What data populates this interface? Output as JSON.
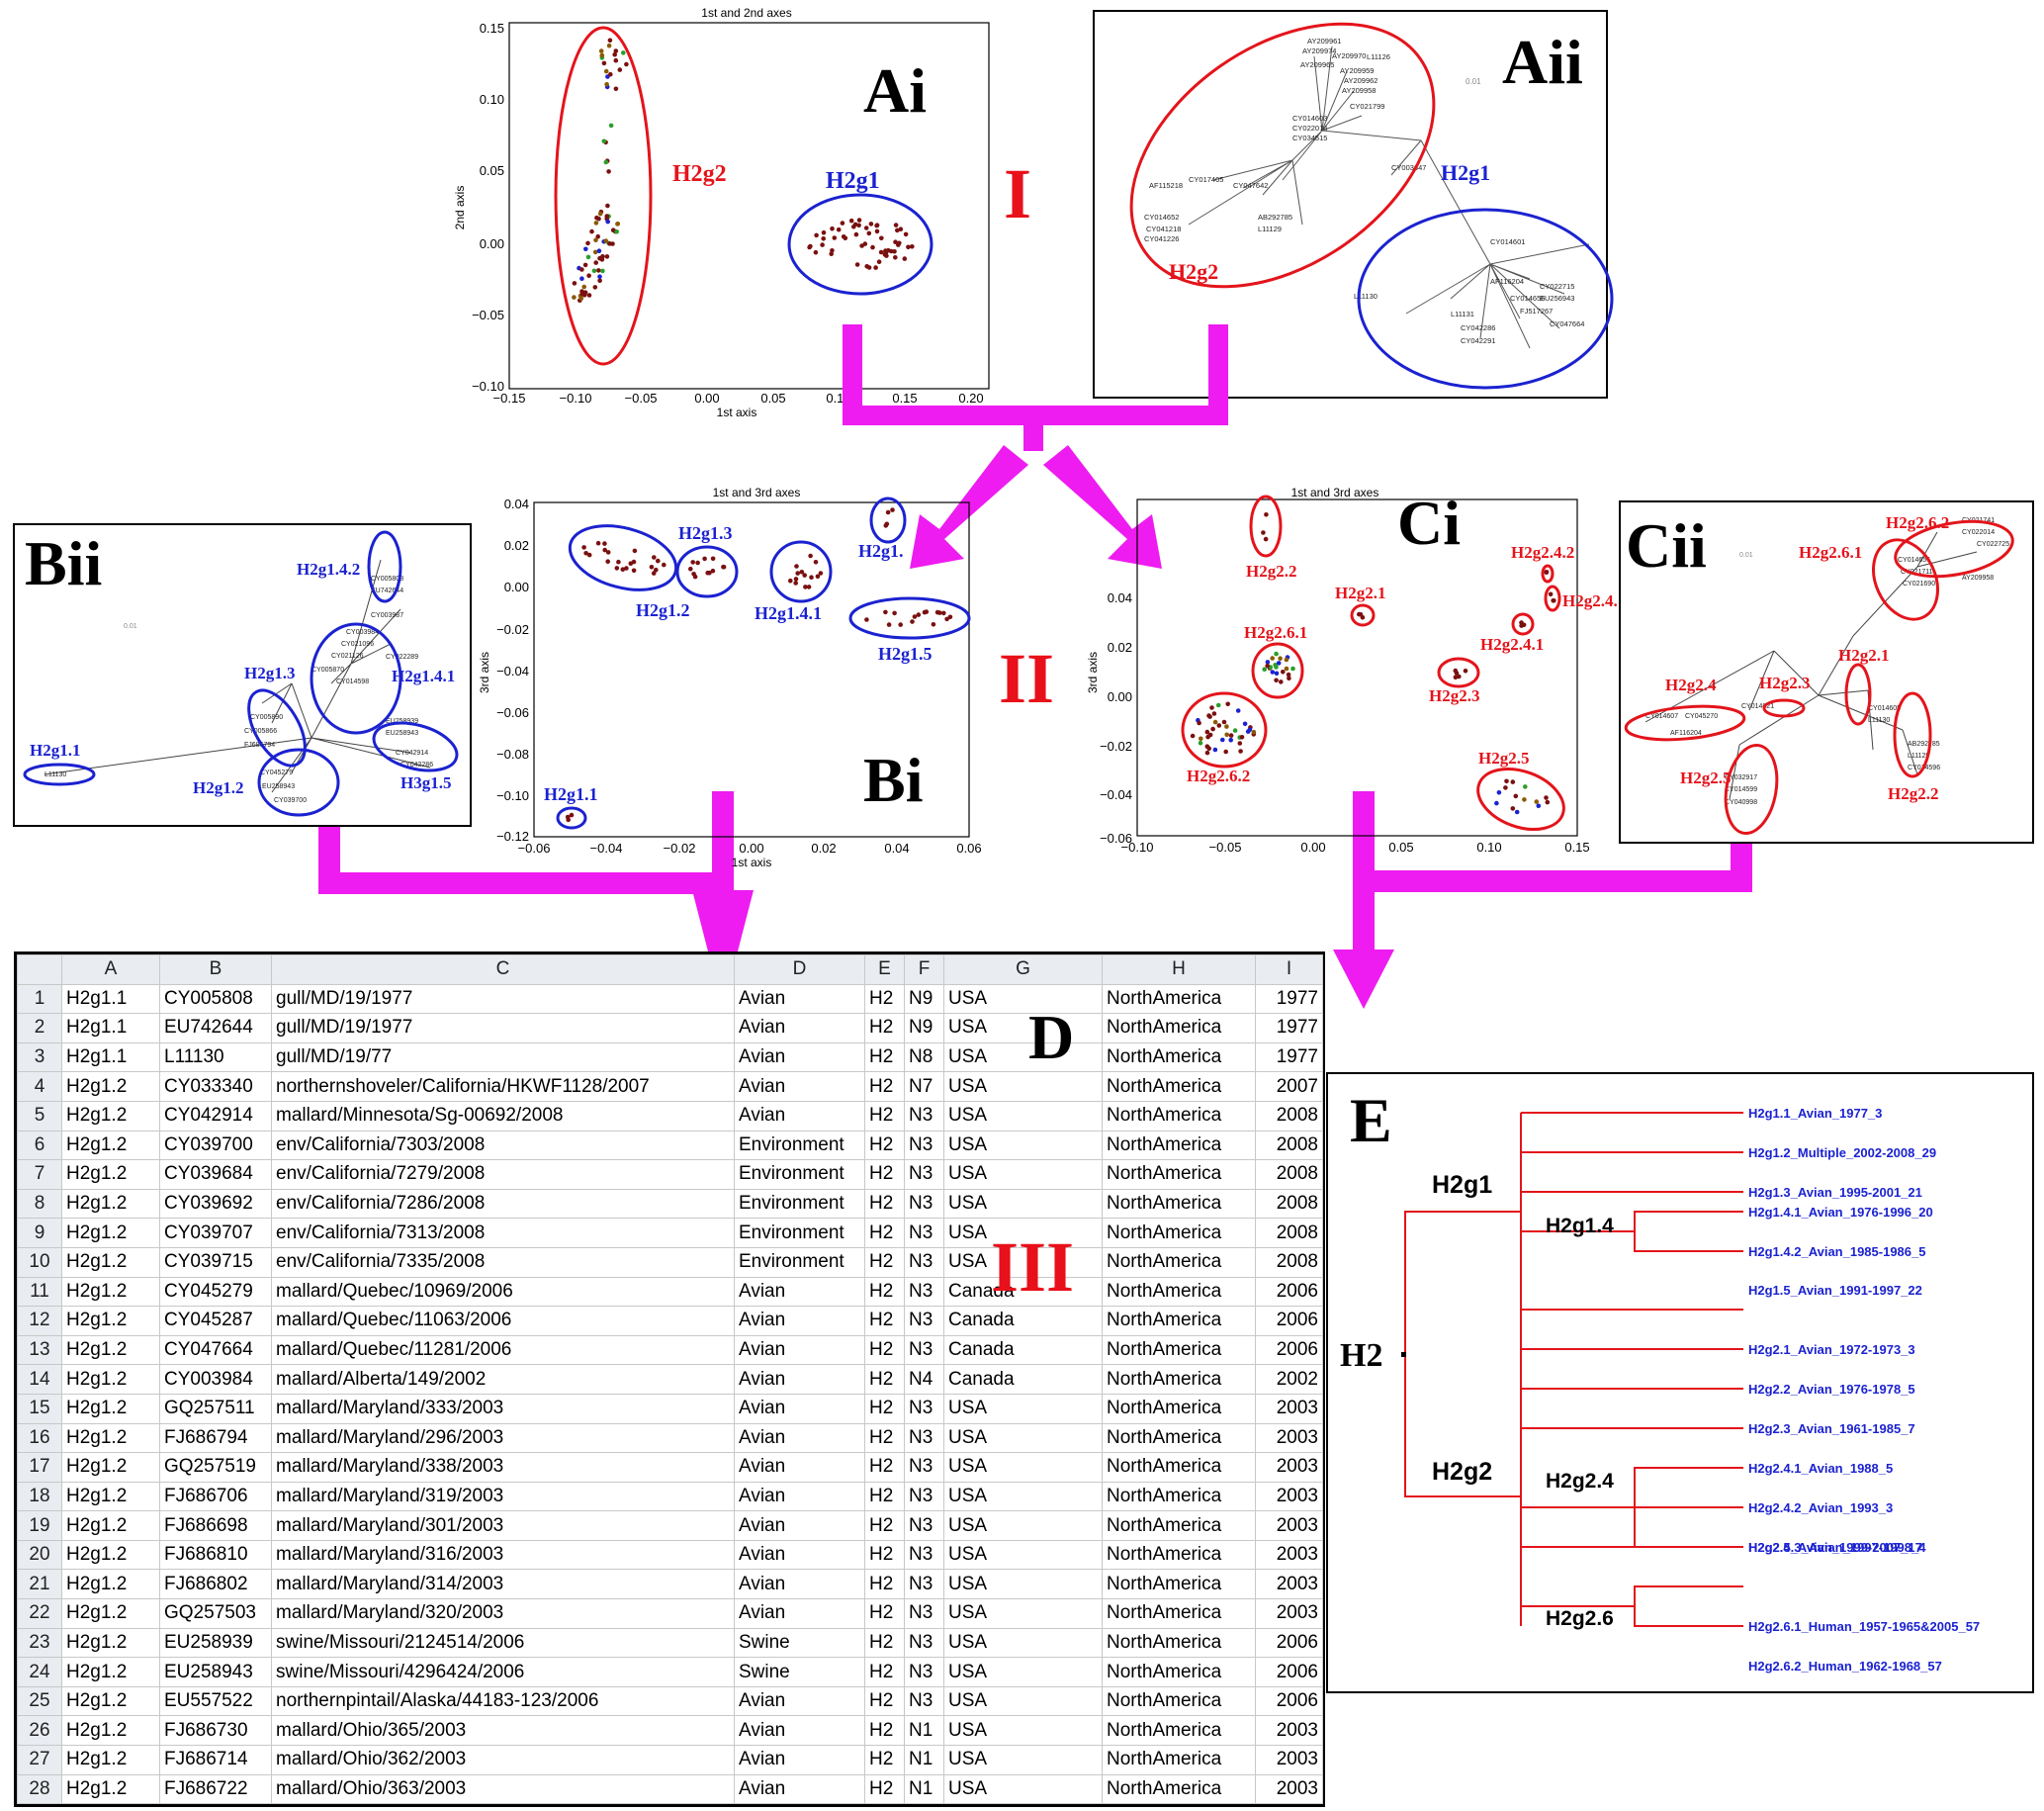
{
  "panels": {
    "ai": {
      "label": "Ai",
      "title": "1st and 2nd axes",
      "xlabel": "1st axis",
      "ylabel": "2nd axis",
      "xticks": [
        "−0.15",
        "−0.10",
        "−0.05",
        "0.00",
        "0.05",
        "0.10",
        "0.15",
        "0.20"
      ],
      "yticks": [
        "0.15",
        "0.10",
        "0.05",
        "0.00",
        "−0.05",
        "−0.10"
      ],
      "groups": [
        "H2g2",
        "H2g1"
      ]
    },
    "aii": {
      "label": "Aii",
      "groups": [
        "H2g1",
        "H2g2"
      ],
      "scale": "0.01",
      "leaves": [
        "AY209961",
        "AY209974",
        "AY209970",
        "AY209965",
        "AY209959",
        "AY209962",
        "AY209958",
        "L11126",
        "CY021799",
        "CY014603",
        "CY022014",
        "CY034515",
        "AF115218",
        "CY017405",
        "CY047642",
        "CY014652",
        "CY041218",
        "CY041226",
        "AB292785",
        "L11129",
        "CY014601",
        "CY003647",
        "L11130",
        "AF116204",
        "CY014656",
        "FJ517267",
        "CY022715",
        "EU256943",
        "CY047664",
        "CY042286",
        "CY042291",
        "L11131"
      ]
    },
    "bi": {
      "label": "Bi",
      "title": "1st and 3rd axes",
      "xlabel": "1st axis",
      "ylabel": "3rd axis",
      "xticks": [
        "−0.06",
        "−0.04",
        "−0.02",
        "0.00",
        "0.02",
        "0.04",
        "0.06"
      ],
      "yticks": [
        "0.04",
        "0.02",
        "0.00",
        "−0.02",
        "−0.04",
        "−0.06",
        "−0.08",
        "−0.10",
        "−0.12"
      ],
      "groups": [
        "H2g1.3",
        "H2g1.",
        "H2g1.2",
        "H2g1.4.1",
        "H2g1.5",
        "H2g1.1"
      ]
    },
    "bii": {
      "label": "Bii",
      "groups": [
        "H2g1.4.2",
        "H2g1.4.1",
        "H2g1.3",
        "H2g1.1",
        "H2g1.2",
        "H3g1.5"
      ],
      "scale": "0.01"
    },
    "ci": {
      "label": "Ci",
      "title": "1st and 3rd axes",
      "xlabel": "1st axis",
      "ylabel": "3rd axis",
      "xticks": [
        "−0.10",
        "−0.05",
        "0.00",
        "0.05",
        "0.10",
        "0.15"
      ],
      "yticks": [
        "0.04",
        "0.02",
        "0.00",
        "−0.02",
        "−0.04",
        "−0.06"
      ],
      "groups": [
        "H2g2.2",
        "H2g2.4.2",
        "H2g2.1",
        "H2g2.4.",
        "H2g2.4.1",
        "H2g2.6.1",
        "H2g2.3",
        "H2g2.6.2",
        "H2g2.5"
      ]
    },
    "cii": {
      "label": "Cii",
      "groups": [
        "H2g2.6.2",
        "H2g2.6.1",
        "H2g2.1",
        "H2g2.4",
        "H2g2.3",
        "H2g2.5",
        "H2g2.2"
      ],
      "scale": "0.01"
    },
    "d": {
      "label": "D"
    },
    "e": {
      "label": "E",
      "root": "H2"
    }
  },
  "stages": [
    "I",
    "II",
    "III"
  ],
  "spreadsheet": {
    "columns": [
      "A",
      "B",
      "C",
      "D",
      "E",
      "F",
      "G",
      "H",
      "I"
    ],
    "rows": [
      [
        "1",
        "H2g1.1",
        "CY005808",
        "gull/MD/19/1977",
        "Avian",
        "H2",
        "N9",
        "USA",
        "NorthAmerica",
        "1977"
      ],
      [
        "2",
        "H2g1.1",
        "EU742644",
        "gull/MD/19/1977",
        "Avian",
        "H2",
        "N9",
        "USA",
        "NorthAmerica",
        "1977"
      ],
      [
        "3",
        "H2g1.1",
        "L11130",
        "gull/MD/19/77",
        "Avian",
        "H2",
        "N8",
        "USA",
        "NorthAmerica",
        "1977"
      ],
      [
        "4",
        "H2g1.2",
        "CY033340",
        "northernshoveler/California/HKWF1128/2007",
        "Avian",
        "H2",
        "N7",
        "USA",
        "NorthAmerica",
        "2007"
      ],
      [
        "5",
        "H2g1.2",
        "CY042914",
        "mallard/Minnesota/Sg-00692/2008",
        "Avian",
        "H2",
        "N3",
        "USA",
        "NorthAmerica",
        "2008"
      ],
      [
        "6",
        "H2g1.2",
        "CY039700",
        "env/California/7303/2008",
        "Environment",
        "H2",
        "N3",
        "USA",
        "NorthAmerica",
        "2008"
      ],
      [
        "7",
        "H2g1.2",
        "CY039684",
        "env/California/7279/2008",
        "Environment",
        "H2",
        "N3",
        "USA",
        "NorthAmerica",
        "2008"
      ],
      [
        "8",
        "H2g1.2",
        "CY039692",
        "env/California/7286/2008",
        "Environment",
        "H2",
        "N3",
        "USA",
        "NorthAmerica",
        "2008"
      ],
      [
        "9",
        "H2g1.2",
        "CY039707",
        "env/California/7313/2008",
        "Environment",
        "H2",
        "N3",
        "USA",
        "NorthAmerica",
        "2008"
      ],
      [
        "10",
        "H2g1.2",
        "CY039715",
        "env/California/7335/2008",
        "Environment",
        "H2",
        "N3",
        "USA",
        "NorthAmerica",
        "2008"
      ],
      [
        "11",
        "H2g1.2",
        "CY045279",
        "mallard/Quebec/10969/2006",
        "Avian",
        "H2",
        "N3",
        "Canada",
        "NorthAmerica",
        "2006"
      ],
      [
        "12",
        "H2g1.2",
        "CY045287",
        "mallard/Quebec/11063/2006",
        "Avian",
        "H2",
        "N3",
        "Canada",
        "NorthAmerica",
        "2006"
      ],
      [
        "13",
        "H2g1.2",
        "CY047664",
        "mallard/Quebec/11281/2006",
        "Avian",
        "H2",
        "N3",
        "Canada",
        "NorthAmerica",
        "2006"
      ],
      [
        "14",
        "H2g1.2",
        "CY003984",
        "mallard/Alberta/149/2002",
        "Avian",
        "H2",
        "N4",
        "Canada",
        "NorthAmerica",
        "2002"
      ],
      [
        "15",
        "H2g1.2",
        "GQ257511",
        "mallard/Maryland/333/2003",
        "Avian",
        "H2",
        "N3",
        "USA",
        "NorthAmerica",
        "2003"
      ],
      [
        "16",
        "H2g1.2",
        "FJ686794",
        "mallard/Maryland/296/2003",
        "Avian",
        "H2",
        "N3",
        "USA",
        "NorthAmerica",
        "2003"
      ],
      [
        "17",
        "H2g1.2",
        "GQ257519",
        "mallard/Maryland/338/2003",
        "Avian",
        "H2",
        "N3",
        "USA",
        "NorthAmerica",
        "2003"
      ],
      [
        "18",
        "H2g1.2",
        "FJ686706",
        "mallard/Maryland/319/2003",
        "Avian",
        "H2",
        "N3",
        "USA",
        "NorthAmerica",
        "2003"
      ],
      [
        "19",
        "H2g1.2",
        "FJ686698",
        "mallard/Maryland/301/2003",
        "Avian",
        "H2",
        "N3",
        "USA",
        "NorthAmerica",
        "2003"
      ],
      [
        "20",
        "H2g1.2",
        "FJ686810",
        "mallard/Maryland/316/2003",
        "Avian",
        "H2",
        "N3",
        "USA",
        "NorthAmerica",
        "2003"
      ],
      [
        "21",
        "H2g1.2",
        "FJ686802",
        "mallard/Maryland/314/2003",
        "Avian",
        "H2",
        "N3",
        "USA",
        "NorthAmerica",
        "2003"
      ],
      [
        "22",
        "H2g1.2",
        "GQ257503",
        "mallard/Maryland/320/2003",
        "Avian",
        "H2",
        "N3",
        "USA",
        "NorthAmerica",
        "2003"
      ],
      [
        "23",
        "H2g1.2",
        "EU258939",
        "swine/Missouri/2124514/2006",
        "Swine",
        "H2",
        "N3",
        "USA",
        "NorthAmerica",
        "2006"
      ],
      [
        "24",
        "H2g1.2",
        "EU258943",
        "swine/Missouri/4296424/2006",
        "Swine",
        "H2",
        "N3",
        "USA",
        "NorthAmerica",
        "2006"
      ],
      [
        "25",
        "H2g1.2",
        "EU557522",
        "northernpintail/Alaska/44183-123/2006",
        "Avian",
        "H2",
        "N3",
        "USA",
        "NorthAmerica",
        "2006"
      ],
      [
        "26",
        "H2g1.2",
        "FJ686730",
        "mallard/Ohio/365/2003",
        "Avian",
        "H2",
        "N1",
        "USA",
        "NorthAmerica",
        "2003"
      ],
      [
        "27",
        "H2g1.2",
        "FJ686714",
        "mallard/Ohio/362/2003",
        "Avian",
        "H2",
        "N1",
        "USA",
        "NorthAmerica",
        "2003"
      ],
      [
        "28",
        "H2g1.2",
        "FJ686722",
        "mallard/Ohio/363/2003",
        "Avian",
        "H2",
        "N1",
        "USA",
        "NorthAmerica",
        "2003"
      ]
    ]
  },
  "tree_e": {
    "clades": [
      "H2g1",
      "H2g1.4",
      "H2g2",
      "H2g2.4",
      "H2g2.6"
    ],
    "leaves": [
      "H2g1.1_Avian_1977_3",
      "H2g1.2_Multiple_2002-2008_29",
      "H2g1.3_Avian_1995-2001_21",
      "H2g1.4.1_Avian_1976-1996_20",
      "H2g1.4.2_Avian_1985-1986_5",
      "H2g1.5_Avian_1991-1997_22",
      "H2g2.1_Avian_1972-1973_3",
      "H2g2.2_Avian_1976-1978_5",
      "H2g2.3_Avian_1961-1985_7",
      "H2g2.4.1_Avian_1988_5",
      "H2g2.4.2_Avian_1993_3",
      "H2g2.4.3_Avian_1997-1998_4",
      "H2g2.5_Avian_1999-2007_17",
      "H2g2.6.1_Human_1957-1965&2005_57",
      "H2g2.6.2_Human_1962-1968_57"
    ]
  },
  "colors": {
    "magenta": "#ee1cf0",
    "red": "#e4141b",
    "blue": "#1b22d0",
    "point": "#7a1010"
  }
}
